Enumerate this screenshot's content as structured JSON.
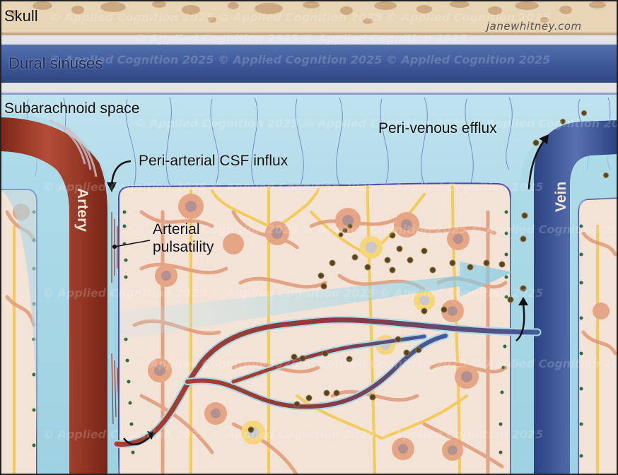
{
  "layers": {
    "skull": "Skull",
    "dural_sinuses": "Dural sinuses",
    "subarachnoid_space": "Subarachnoid space"
  },
  "annotations": {
    "peri_arterial_influx": "Peri-arterial CSF influx",
    "arterial_pulsatility_line1": "Arterial",
    "arterial_pulsatility_line2": "pulsatility",
    "peri_venous_efflux": "Peri-venous efflux"
  },
  "vessels": {
    "artery": "Artery",
    "vein": "Vein"
  },
  "signature": "janewhitney.com",
  "colors": {
    "skull": "#e8d5b5",
    "skull_pores": "#c9a27a",
    "dural_sinus": "#3d5896",
    "subarachnoid": "#a9d8e6",
    "artery": "#9e3a2a",
    "vein": "#3f5a9c",
    "parenchyma": "#f3e2d6",
    "astrocyte": "#e19a78",
    "neuron_fiber": "#f2c94c",
    "solute": "#5a4320",
    "flow": "#8fd0e6"
  }
}
